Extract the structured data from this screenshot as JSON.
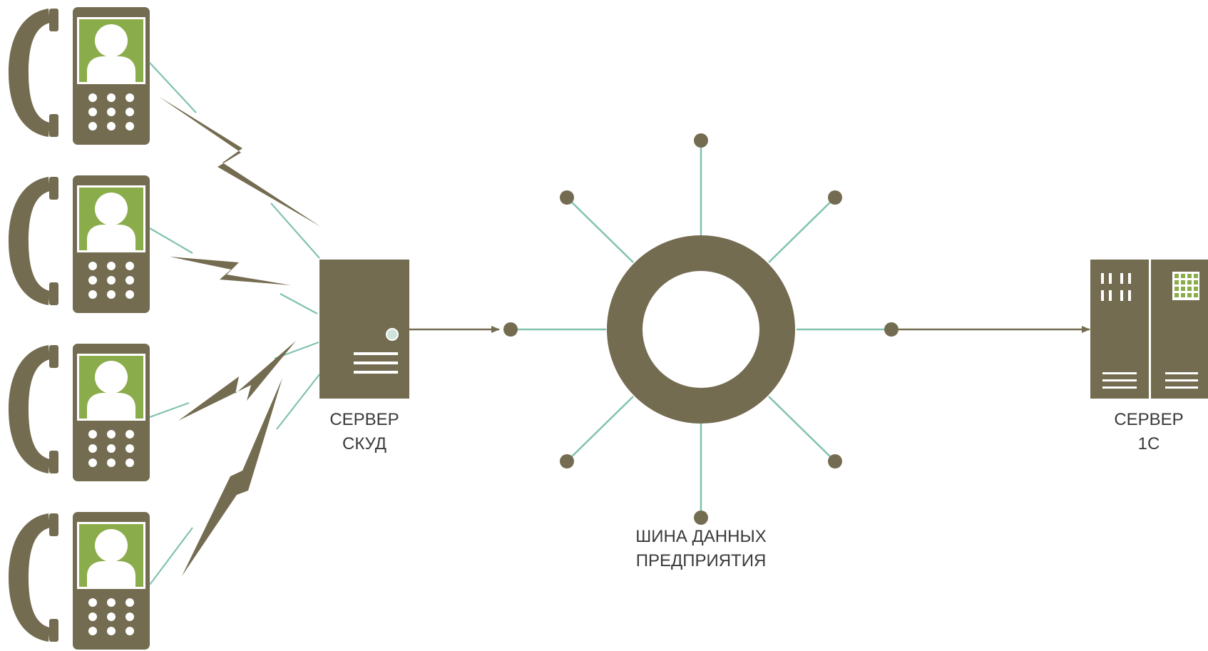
{
  "colors": {
    "device": "#746c51",
    "screen": "#8aac4a",
    "line": "#80c2b0",
    "arrow": "#746c51",
    "label": "#3a3a3a",
    "white": "#ffffff"
  },
  "intercoms": [
    {
      "icon": "intercom-phone-icon"
    },
    {
      "icon": "intercom-phone-icon"
    },
    {
      "icon": "intercom-phone-icon"
    },
    {
      "icon": "intercom-phone-icon"
    }
  ],
  "skud_server": {
    "label_line1": "СЕРВЕР",
    "label_line2": "СКУД",
    "icon": "tower-server-icon"
  },
  "data_bus": {
    "label_line1": "ШИНА ДАННЫХ",
    "label_line2": "ПРЕДПРИЯТИЯ",
    "icon": "ring-bus-icon"
  },
  "server_1c": {
    "label_line1": "СЕРВЕР",
    "label_line2": "1С",
    "icon": "dual-server-icon"
  }
}
